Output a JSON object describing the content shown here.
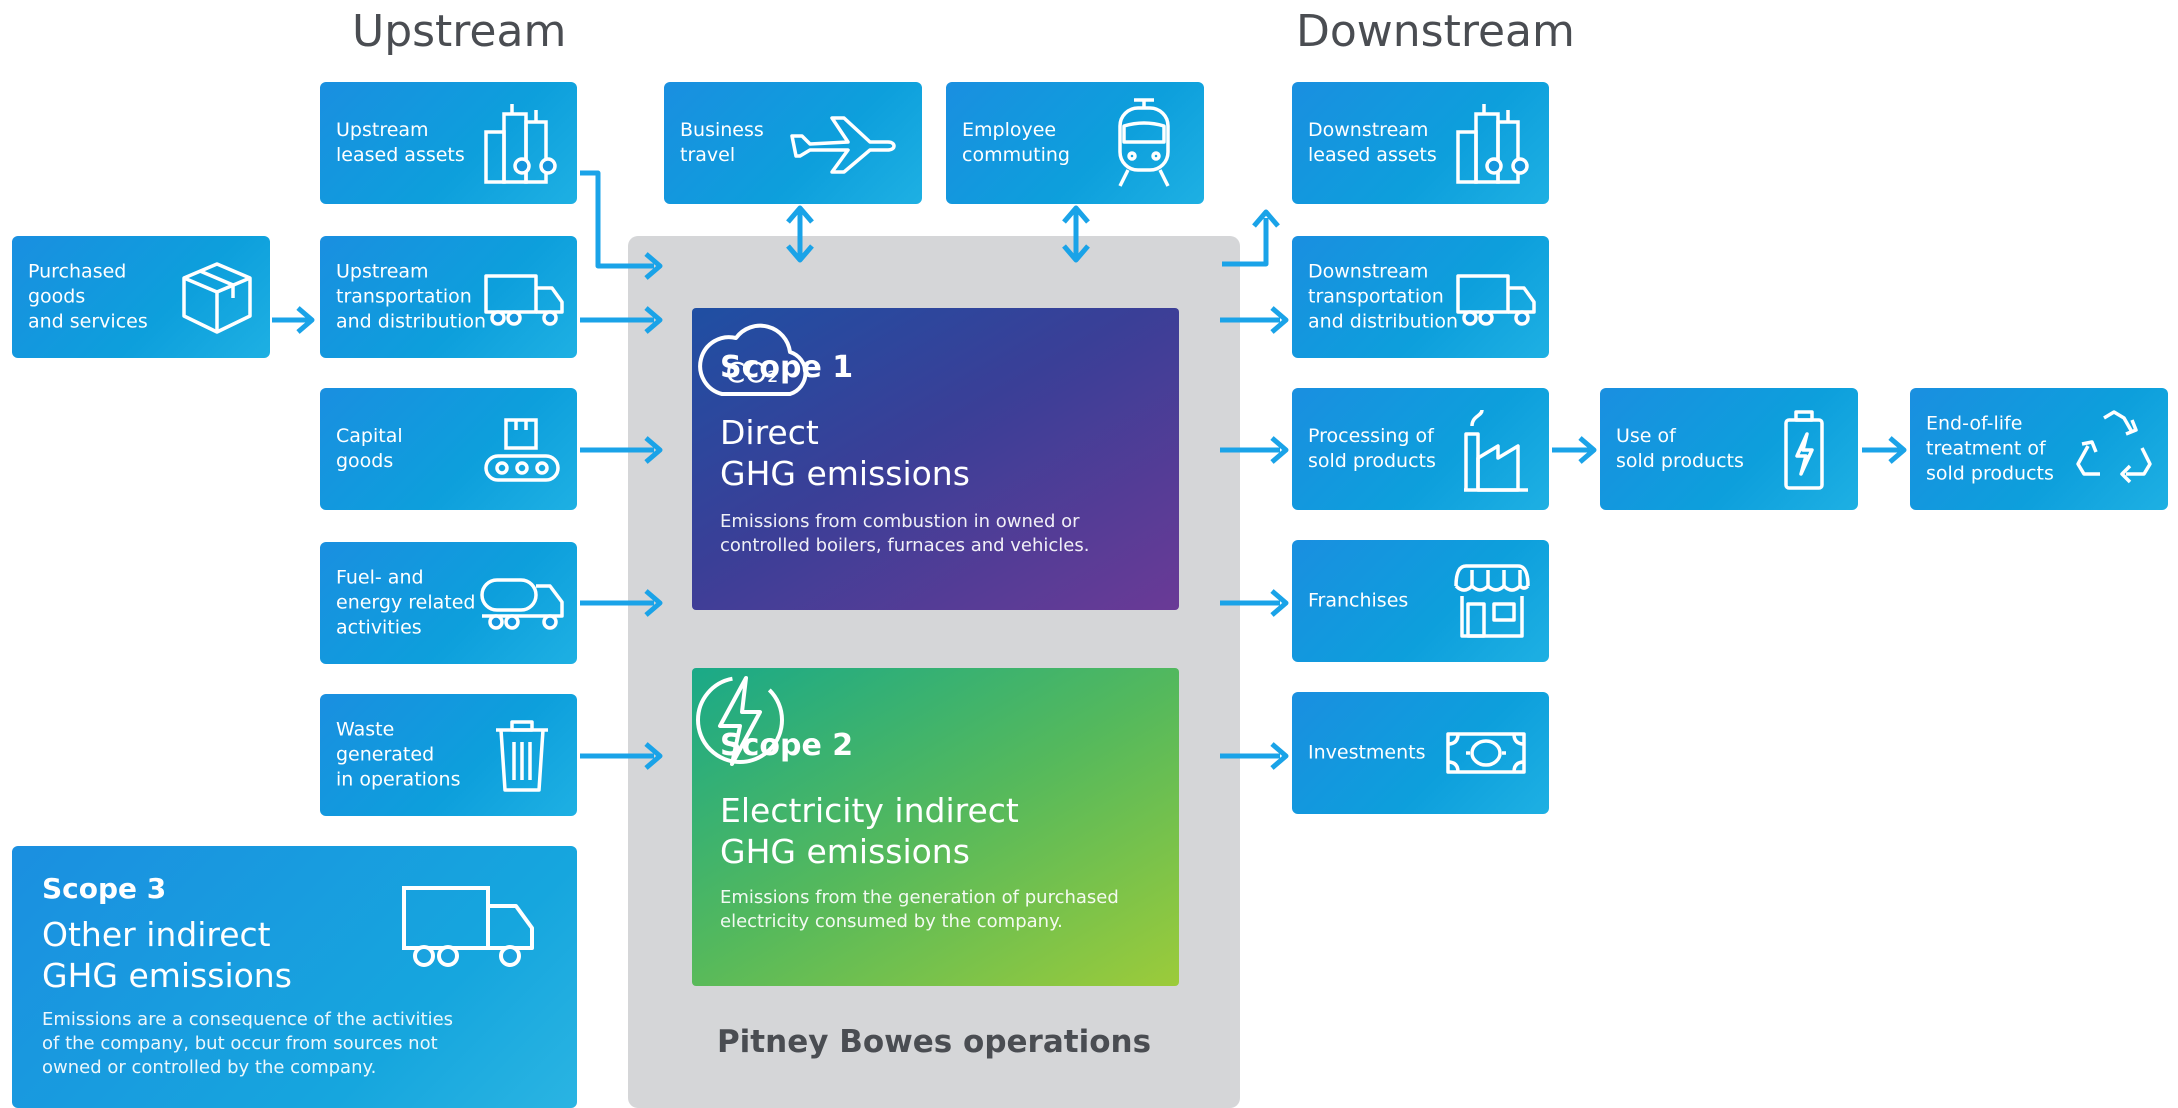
{
  "headings": {
    "upstream": "Upstream",
    "downstream": "Downstream"
  },
  "upstream": {
    "leased_assets": "Upstream\nleased assets",
    "purchased_goods": "Purchased\ngoods\nand services",
    "transport": "Upstream\ntransportation\nand distribution",
    "capital_goods": "Capital\ngoods",
    "fuel_energy": "Fuel- and\nenergy related\nactivities",
    "waste": "Waste\ngenerated\nin operations"
  },
  "top": {
    "business_travel": "Business\ntravel",
    "employee_commuting": "Employee\ncommuting"
  },
  "downstream": {
    "leased_assets": "Downstream\nleased assets",
    "transport": "Downstream\ntransportation\nand distribution",
    "processing": "Processing of\nsold products",
    "use": "Use of\nsold products",
    "end_of_life": "End-of-life\ntreatment of\nsold products",
    "franchises": "Franchises",
    "investments": "Investments"
  },
  "scope1": {
    "heading": "Scope 1",
    "title": "Direct\nGHG emissions",
    "description": "Emissions from combustion in owned or\ncontrolled boilers, furnaces and vehicles.",
    "icon_text": "CO₂"
  },
  "scope2": {
    "heading": "Scope 2",
    "title": "Electricity indirect\nGHG emissions",
    "description": "Emissions from the generation of purchased\nelectricity consumed by the company."
  },
  "scope3": {
    "heading": "Scope 3",
    "title": "Other indirect\nGHG emissions",
    "description": "Emissions are a consequence of the activities\nof the company, but occur from sources not\nowned or controlled by the company."
  },
  "operations_label": "Pitney Bowes operations",
  "colors": {
    "box_blue": "#0d9fdc",
    "arrow": "#1aa3e8",
    "ops_gray": "#d5d6d8",
    "scope1": "#3a3f97",
    "scope2": "#55b95c"
  },
  "icons": {
    "leased_assets": "city-buildings-icon",
    "purchased_goods": "package-box-icon",
    "transport": "delivery-truck-icon",
    "capital_goods": "conveyor-belt-icon",
    "fuel_energy": "tanker-truck-icon",
    "waste": "trash-bin-icon",
    "business_travel": "airplane-icon",
    "employee_commuting": "train-icon",
    "processing": "factory-icon",
    "use": "battery-icon",
    "end_of_life": "recycle-icon",
    "franchises": "storefront-icon",
    "investments": "banknote-icon",
    "scope1": "co2-cloud-icon",
    "scope2": "lightning-icon",
    "scope3": "truck-icon"
  }
}
